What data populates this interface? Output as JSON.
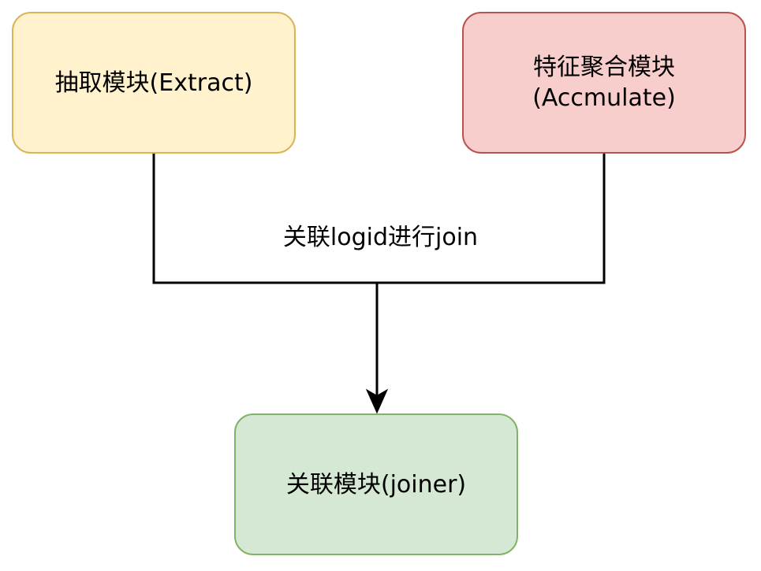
{
  "nodes": {
    "extract": {
      "label": "抽取模块(Extract)"
    },
    "accumulate": {
      "label_line1": "特征聚合模块",
      "label_line2": "(Accmulate)"
    },
    "joiner": {
      "label": "关联模块(joiner)"
    }
  },
  "edges": {
    "join_label": "关联logid进行join"
  },
  "colors": {
    "extract_fill": "#fff2cc",
    "extract_stroke": "#d6b656",
    "accumulate_fill": "#f8cecc",
    "accumulate_stroke": "#b85450",
    "joiner_fill": "#d5e8d4",
    "joiner_stroke": "#82b366",
    "line": "#000000"
  }
}
